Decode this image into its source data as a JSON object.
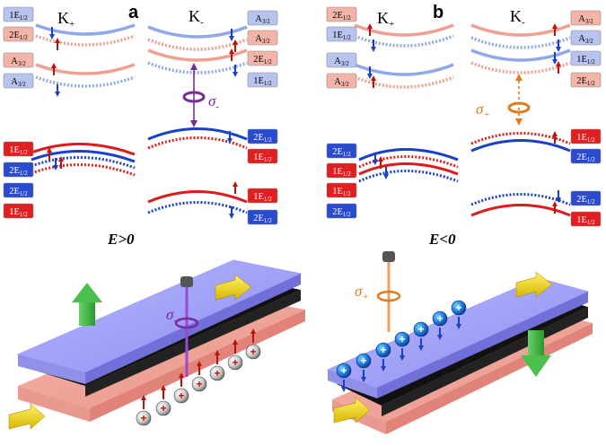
{
  "panel_a": {
    "letter": "a",
    "valley_left": "K+",
    "valley_right": "K-",
    "left_labels": [
      "1E1/2",
      "2E1/2",
      "A3/2",
      "A3/2",
      "1E1/2",
      "2E1/2",
      "2E1/2",
      "1E1/2"
    ],
    "right_labels": [
      "A3/2",
      "A3/2",
      "2E1/2",
      "1E1/2",
      "2E1/2",
      "1E1/2",
      "1E1/2",
      "2E1/2"
    ],
    "polarization": "σ-",
    "condition": "E>0"
  },
  "panel_b": {
    "letter": "b",
    "valley_left": "K+",
    "valley_right": "K-",
    "left_labels": [
      "2E1/2",
      "1E1/2",
      "A3/2",
      "A3/2",
      "2E1/2",
      "1E1/2",
      "1E1/2",
      "2E1/2"
    ],
    "right_labels": [
      "A3/2",
      "A3/2",
      "1E1/2",
      "2E1/2",
      "1E1/2",
      "2E1/2",
      "2E1/2",
      "1E1/2"
    ],
    "polarization": "σ+",
    "condition": "E<0"
  },
  "device_a": {
    "polarization": "σ-",
    "carrier_symbol": "+"
  },
  "device_b": {
    "polarization": "σ+",
    "carrier_symbol": "+"
  },
  "colors": {
    "light_blue": "#8fa8e8",
    "dark_blue": "#1a3fc8",
    "light_red": "#f0a090",
    "dark_red": "#e01a1a",
    "label_light_blue": "#b8c4f0",
    "label_light_red": "#f4b4a8",
    "label_dark_blue": "#2a4ad0",
    "label_dark_red": "#e02020",
    "purple": "#7a2a9a",
    "orange": "#e07a20"
  }
}
